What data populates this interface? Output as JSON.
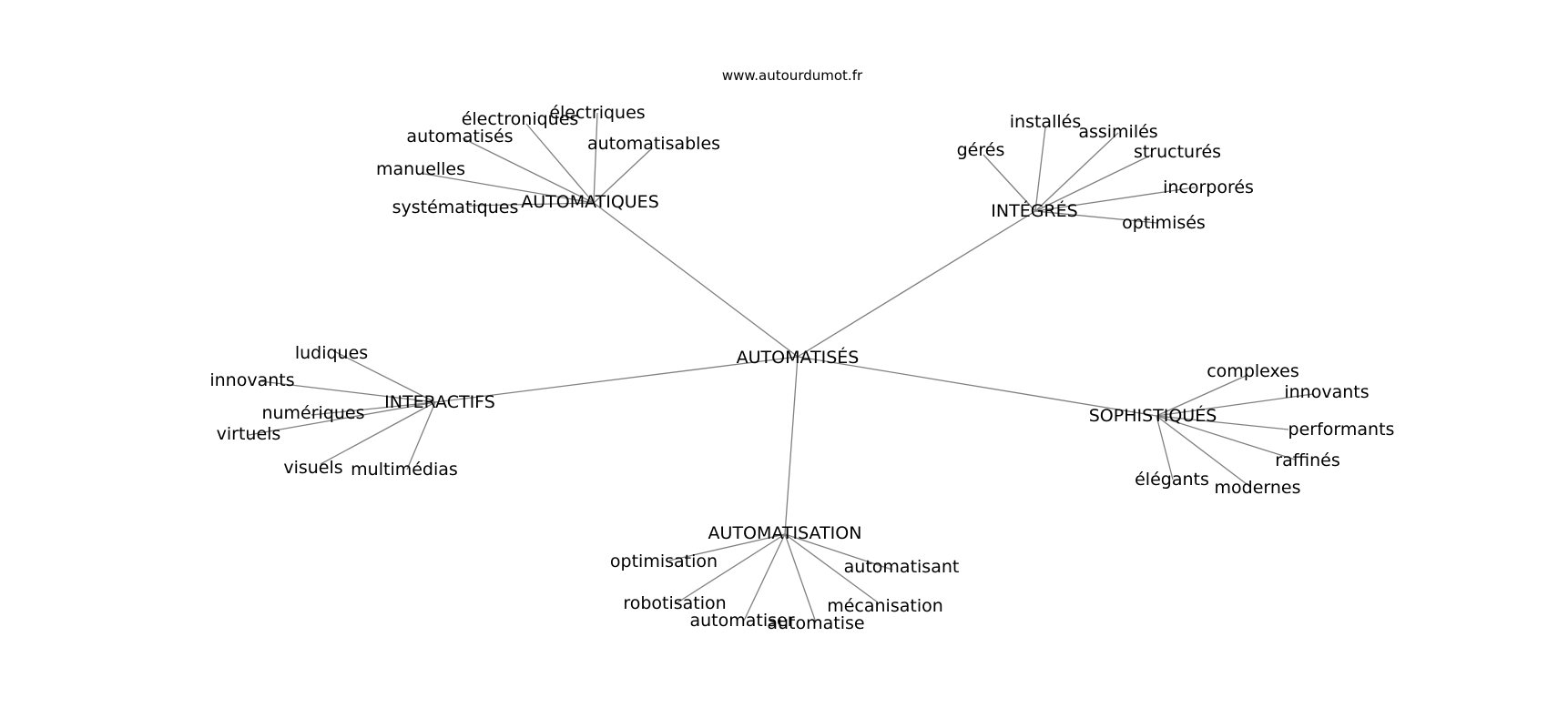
{
  "watermark": "www.autourdumot.fr",
  "colors": {
    "edge": "#808080",
    "text": "#000000",
    "background": "#ffffff"
  },
  "graph": {
    "center": "AUTOMATISÉS",
    "clusters": [
      {
        "hub": "AUTOMATIQUES",
        "leaves": [
          "électroniques",
          "électriques",
          "automatisés",
          "automatisables",
          "manuelles",
          "systématiques"
        ]
      },
      {
        "hub": "INTÉGRÉS",
        "leaves": [
          "installés",
          "assimilés",
          "gérés",
          "structurés",
          "incorporés",
          "optimisés"
        ]
      },
      {
        "hub": "INTERACTIFS",
        "leaves": [
          "ludiques",
          "innovants",
          "numériques",
          "virtuels",
          "visuels",
          "multimédias"
        ]
      },
      {
        "hub": "SOPHISTIQUÉS",
        "leaves": [
          "complexes",
          "innovants",
          "performants",
          "raffinés",
          "modernes",
          "élégants"
        ]
      },
      {
        "hub": "AUTOMATISATION",
        "leaves": [
          "optimisation",
          "automatisant",
          "robotisation",
          "mécanisation",
          "automatiser",
          "automatise"
        ]
      }
    ]
  }
}
